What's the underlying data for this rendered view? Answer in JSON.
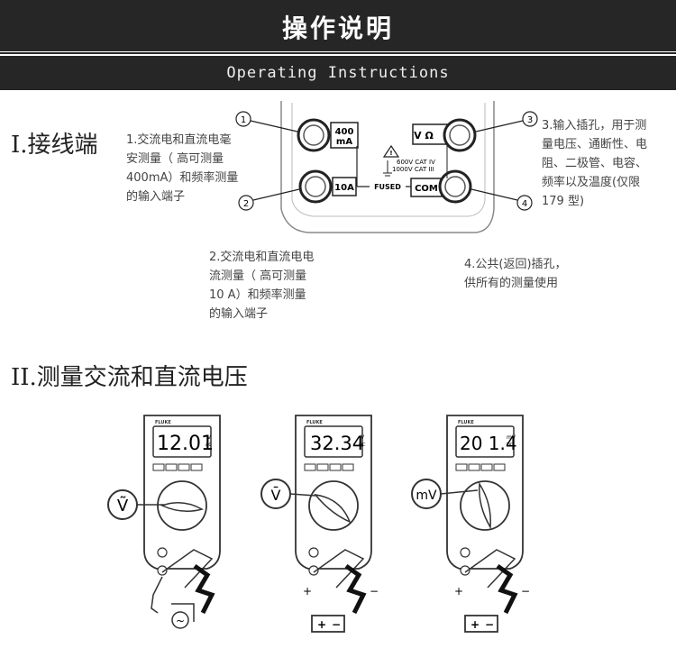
{
  "header": {
    "title": "操作说明",
    "subtitle": "Operating Instructions"
  },
  "section1": {
    "title": "I.接线端",
    "notes": {
      "n1": "1.交流电和直流电毫\n安测量（    高可测量\n400mA）和频率测量\n的输入端子",
      "n2": "2.交流电和直流电电\n流测量（    高可测量\n10 A）和频率测量\n的输入端子",
      "n3": "3.输入插孔，用于测\n量电压、通断性、电\n阻、二极管、电容、\n频率以及温度(仅限\n179 型)",
      "n4": "4.公共(返回)插孔，\n供所有的测量使用"
    },
    "diagram": {
      "jack1": "400\nmA",
      "jack1_top": "400",
      "jack1_bot": "mA",
      "jack2": "10A",
      "jack3": "V Ω",
      "jack4": "COM",
      "fused": "FUSED",
      "cat1": "600V CAT IV",
      "cat2": "1000V CAT III",
      "callouts": [
        "1",
        "2",
        "3",
        "4"
      ]
    }
  },
  "section2": {
    "title": "II.测量交流和直流电压",
    "meters": [
      {
        "brand": "FLUKE",
        "reading": "12.01",
        "unit_top": "V",
        "unit_bot": "AC",
        "dial": "Ṽ"
      },
      {
        "brand": "FLUKE",
        "reading": "32.34",
        "unit_top": "V",
        "unit_bot": "DC",
        "dial": "V̄"
      },
      {
        "brand": "FLUKE",
        "reading": "20 1.4",
        "unit_top": "mV",
        "unit_bot": "DC",
        "dial": "mV"
      }
    ],
    "source_ac": "~",
    "polarity_plus": "+",
    "polarity_minus": "−"
  }
}
